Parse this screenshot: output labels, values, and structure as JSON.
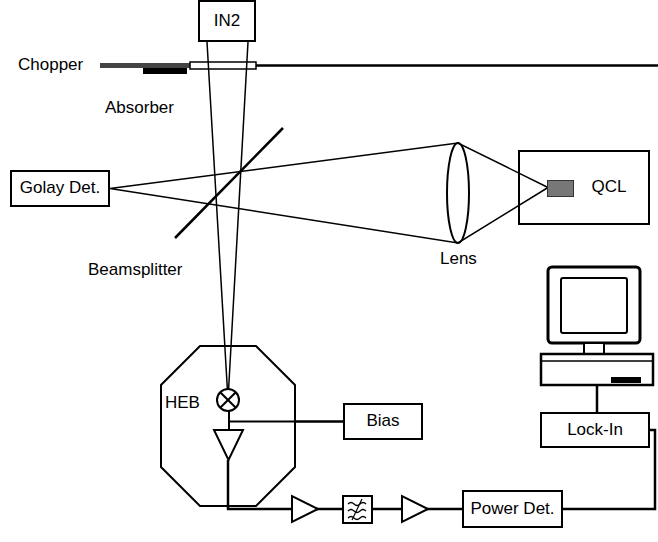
{
  "diagram": {
    "nodes": [
      {
        "text": [
          "IN2"
        ]
      },
      {
        "text": [
          "Golay Det."
        ]
      },
      {
        "text": [
          "QCL"
        ]
      },
      {
        "text": [
          "HEB"
        ]
      },
      {
        "text": [
          "Bias"
        ]
      },
      {
        "text": [
          "Lock-In"
        ]
      },
      {
        "text": [
          "Power Det."
        ]
      }
    ],
    "edges": [
      {
        "from": 0,
        "to": 3,
        "arrow": "none"
      },
      {
        "from": 2,
        "to": 1,
        "arrow": "none"
      },
      {
        "from": 3,
        "to": 4,
        "arrow": "none"
      },
      {
        "from": 3,
        "to": 6,
        "arrow": "none"
      },
      {
        "from": 6,
        "to": 5,
        "arrow": "none"
      }
    ],
    "labels": [
      "Chopper",
      "Absorber",
      "Beamsplitter",
      "Lens"
    ]
  }
}
